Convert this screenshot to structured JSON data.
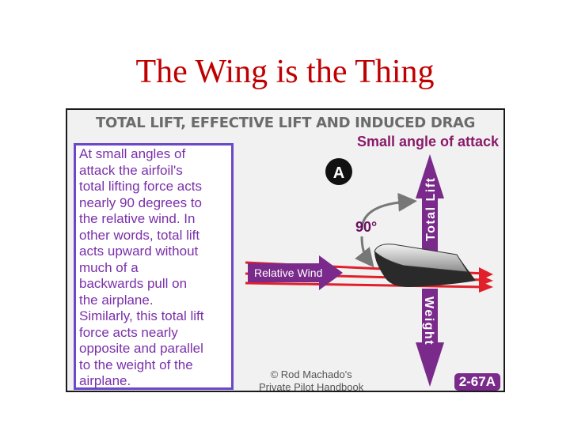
{
  "slide": {
    "title": "The Wing is the Thing"
  },
  "figure": {
    "header": "TOTAL LIFT, EFFECTIVE LIFT AND INDUCED DRAG",
    "subheader": "Small angle of attack",
    "panel_letter": "A",
    "description_lines": [
      "At small angles of",
      "attack the airfoil's",
      "total lifting force acts",
      "nearly 90 degrees to",
      "the relative wind. In",
      "other words, total lift",
      "acts upward without",
      "much of a",
      "backwards pull on",
      "the airplane.",
      "Similarly, this total lift",
      "force acts nearly",
      "opposite and parallel",
      "to the weight of the",
      "airplane."
    ],
    "labels": {
      "relative_wind": "Relative Wind",
      "angle": "90°",
      "total_lift": "Total Lift",
      "weight": "Weight"
    },
    "credit_lines": [
      "© Rod Machado's",
      "Private Pilot Handbook"
    ],
    "figure_number": "2-67A",
    "colors": {
      "arrow_purple": "#7a2a8a",
      "text_purple": "#7a2faa",
      "wind_red": "#e0202a",
      "box_border": "#6a48c8",
      "title_red": "#c00000"
    }
  }
}
